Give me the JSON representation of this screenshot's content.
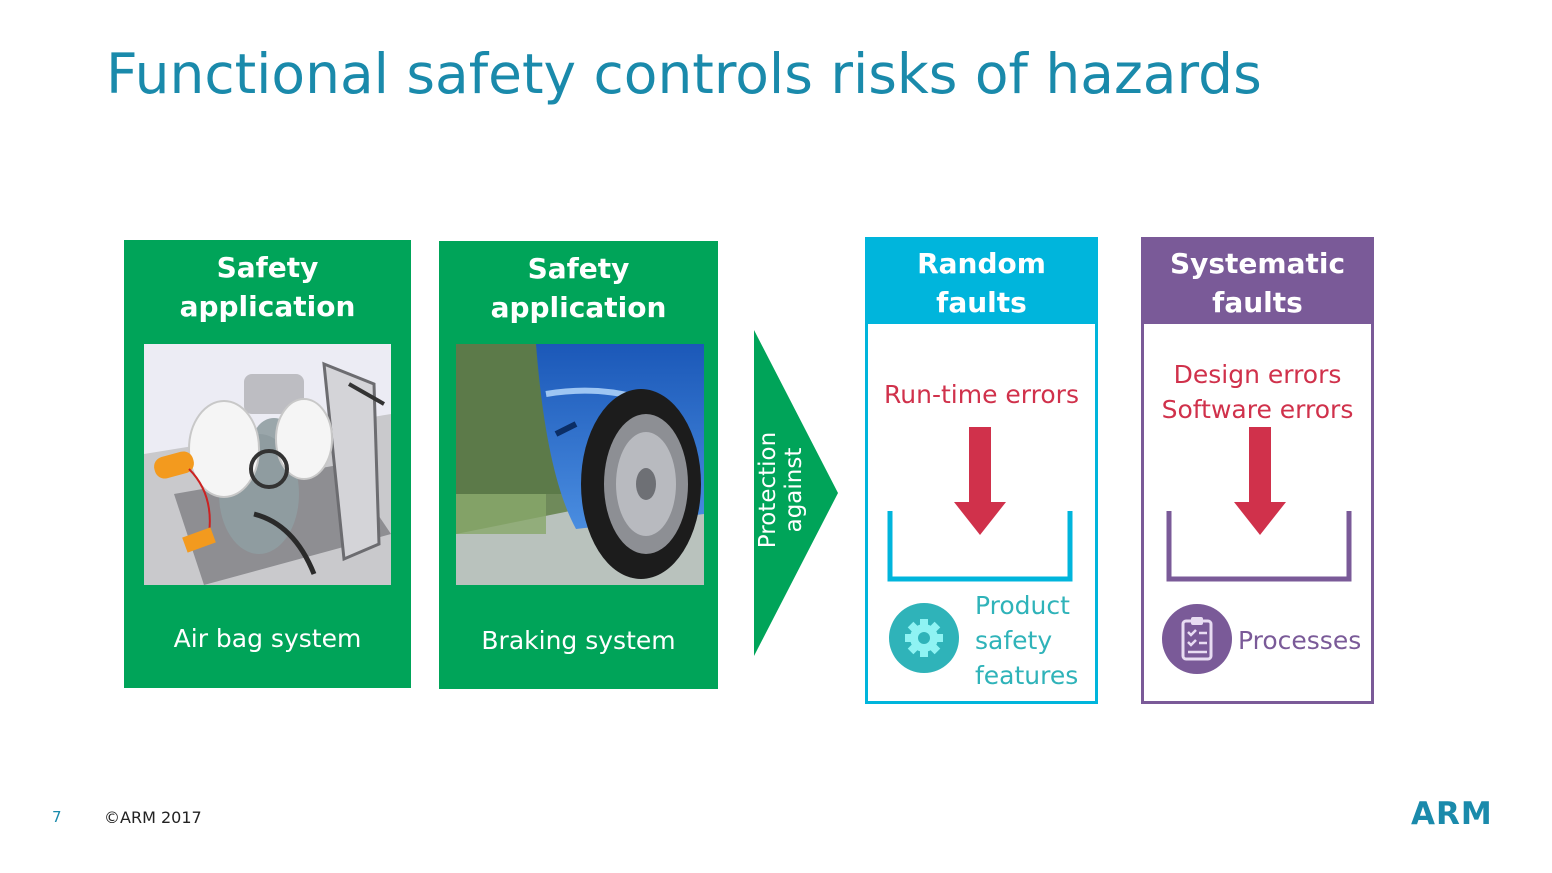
{
  "slide": {
    "title": "Functional safety controls risks of hazards",
    "page_number": "7",
    "copyright": "©ARM 2017",
    "logo_text": "ARM"
  },
  "applications": [
    {
      "header_line1": "Safety",
      "header_line2": "application",
      "caption": "Air bag system",
      "image": "airbag-illustration"
    },
    {
      "header_line1": "Safety",
      "header_line2": "application",
      "caption": "Braking system",
      "image": "car-wheel-photo"
    }
  ],
  "arrow": {
    "line1": "Protection",
    "line2": "against"
  },
  "random_faults": {
    "header_line1": "Random",
    "header_line2": "faults",
    "errors": [
      "Run-time errors"
    ],
    "feature_lines": [
      "Product",
      "safety",
      "features"
    ],
    "icon": "gear-icon"
  },
  "systematic_faults": {
    "header_line1": "Systematic",
    "header_line2": "faults",
    "errors": [
      "Design errors",
      "Software errors"
    ],
    "feature_lines": [
      "Processes"
    ],
    "icon": "clipboard-checklist-icon"
  },
  "colors": {
    "title": "#1a8aab",
    "app_green": "#00a459",
    "random_cyan": "#00b5dc",
    "systematic_purple": "#7a5a98",
    "error_red": "#d0314b",
    "gear_teal": "#2fb3b9"
  }
}
